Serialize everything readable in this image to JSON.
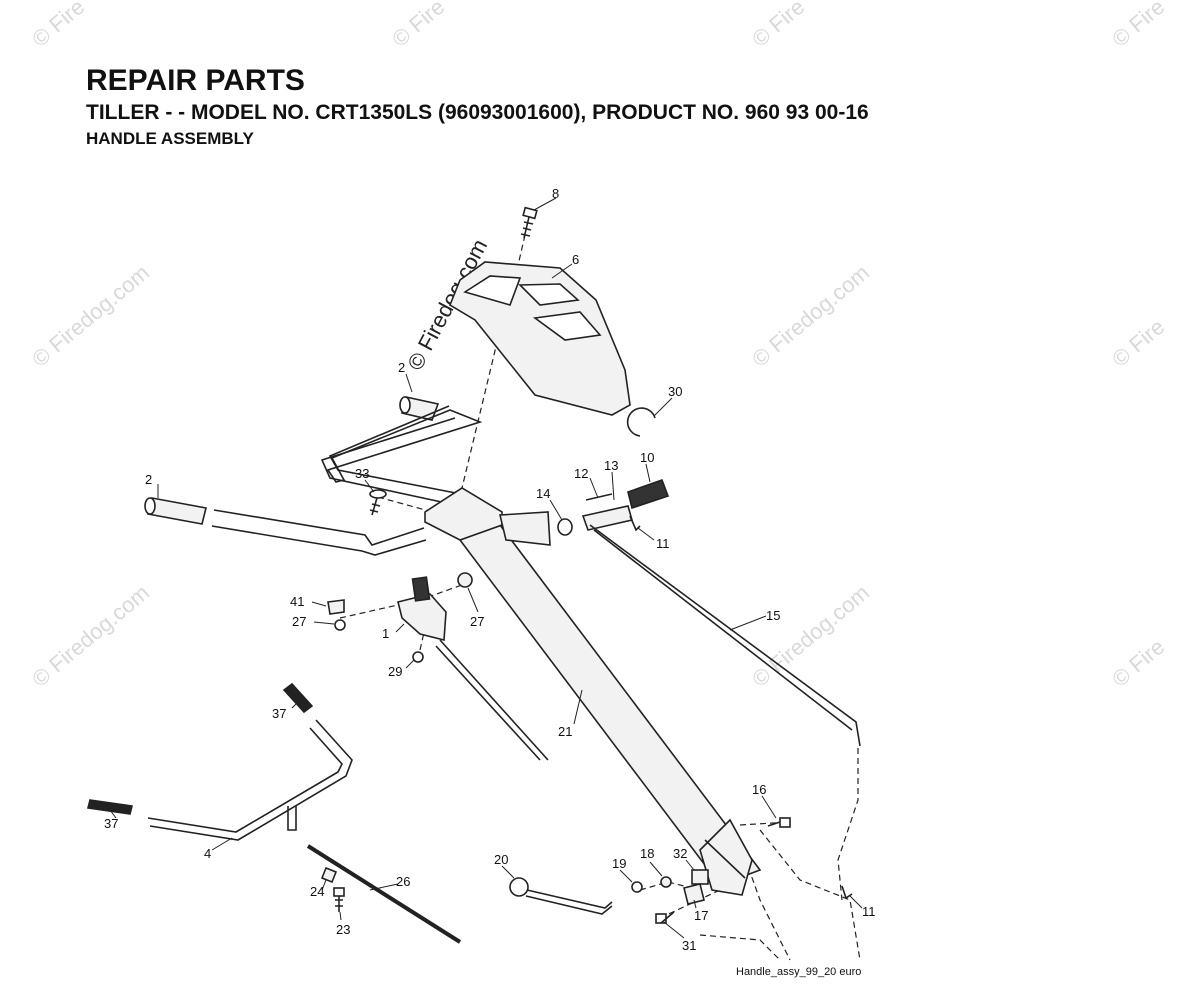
{
  "header": {
    "title": "REPAIR PARTS",
    "subtitle": "TILLER - - MODEL NO. CRT1350LS (96093001600), PRODUCT NO. 960 93 00-16",
    "section": "HANDLE ASSEMBLY"
  },
  "watermark": {
    "text": "© Firedog.com",
    "corner_text": "© Fire"
  },
  "footer": {
    "text": "Handle_assy_99_20 euro"
  },
  "callouts": {
    "c8": "8",
    "c6": "6",
    "c2a": "2",
    "c30": "30",
    "c2b": "2",
    "c33": "33",
    "c12": "12",
    "c13": "13",
    "c10": "10",
    "c14": "14",
    "c11a": "11",
    "c41": "41",
    "c27a": "27",
    "c27b": "27",
    "c1": "1",
    "c15": "15",
    "c29": "29",
    "c37a": "37",
    "c21": "21",
    "c37b": "37",
    "c16": "16",
    "c4": "4",
    "c20": "20",
    "c19": "19",
    "c18": "18",
    "c32": "32",
    "c26": "26",
    "c24": "24",
    "c17": "17",
    "c11b": "11",
    "c23": "23",
    "c31": "31"
  }
}
